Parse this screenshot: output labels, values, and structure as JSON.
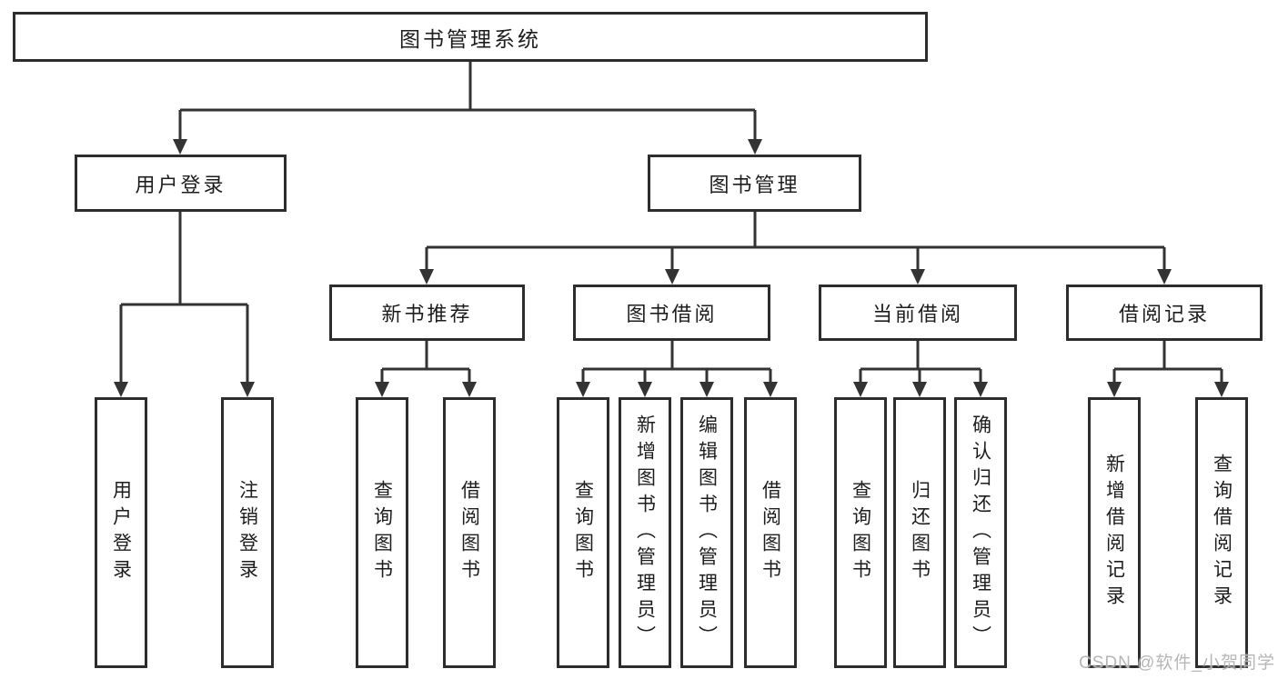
{
  "diagram": {
    "title": "图书管理系统",
    "type": "function-structure-tree",
    "nodes": {
      "root": {
        "label": "图书管理系统"
      },
      "branches": [
        {
          "label": "用户登录"
        },
        {
          "label": "图书管理"
        }
      ],
      "modules": [
        {
          "label": "新书推荐",
          "parent": "图书管理"
        },
        {
          "label": "图书借阅",
          "parent": "图书管理"
        },
        {
          "label": "当前借阅",
          "parent": "图书管理"
        },
        {
          "label": "借阅记录",
          "parent": "图书管理"
        }
      ],
      "leaves": [
        {
          "label": "用户登录",
          "parent": "用户登录"
        },
        {
          "label": "注销登录",
          "parent": "用户登录"
        },
        {
          "label": "查询图书",
          "parent": "新书推荐"
        },
        {
          "label": "借阅图书",
          "parent": "新书推荐"
        },
        {
          "label": "查询图书",
          "parent": "图书借阅"
        },
        {
          "label": "新增图书（管理员）",
          "parent": "图书借阅"
        },
        {
          "label": "编辑图书（管理员）",
          "parent": "图书借阅"
        },
        {
          "label": "借阅图书",
          "parent": "图书借阅"
        },
        {
          "label": "查询图书",
          "parent": "当前借阅"
        },
        {
          "label": "归还图书",
          "parent": "当前借阅"
        },
        {
          "label": "确认归还（管理员）",
          "parent": "当前借阅"
        },
        {
          "label": "新增借阅记录",
          "parent": "借阅记录"
        },
        {
          "label": "查询借阅记录",
          "parent": "借阅记录"
        }
      ]
    },
    "colors": {
      "line": "#333333",
      "box_border": "#2d2d2d",
      "box_fill": "#ffffff",
      "text": "#1d1d1d",
      "watermark": "#b2b2b2"
    }
  },
  "watermark": {
    "text": "CSDN @软件_小贺同学"
  }
}
